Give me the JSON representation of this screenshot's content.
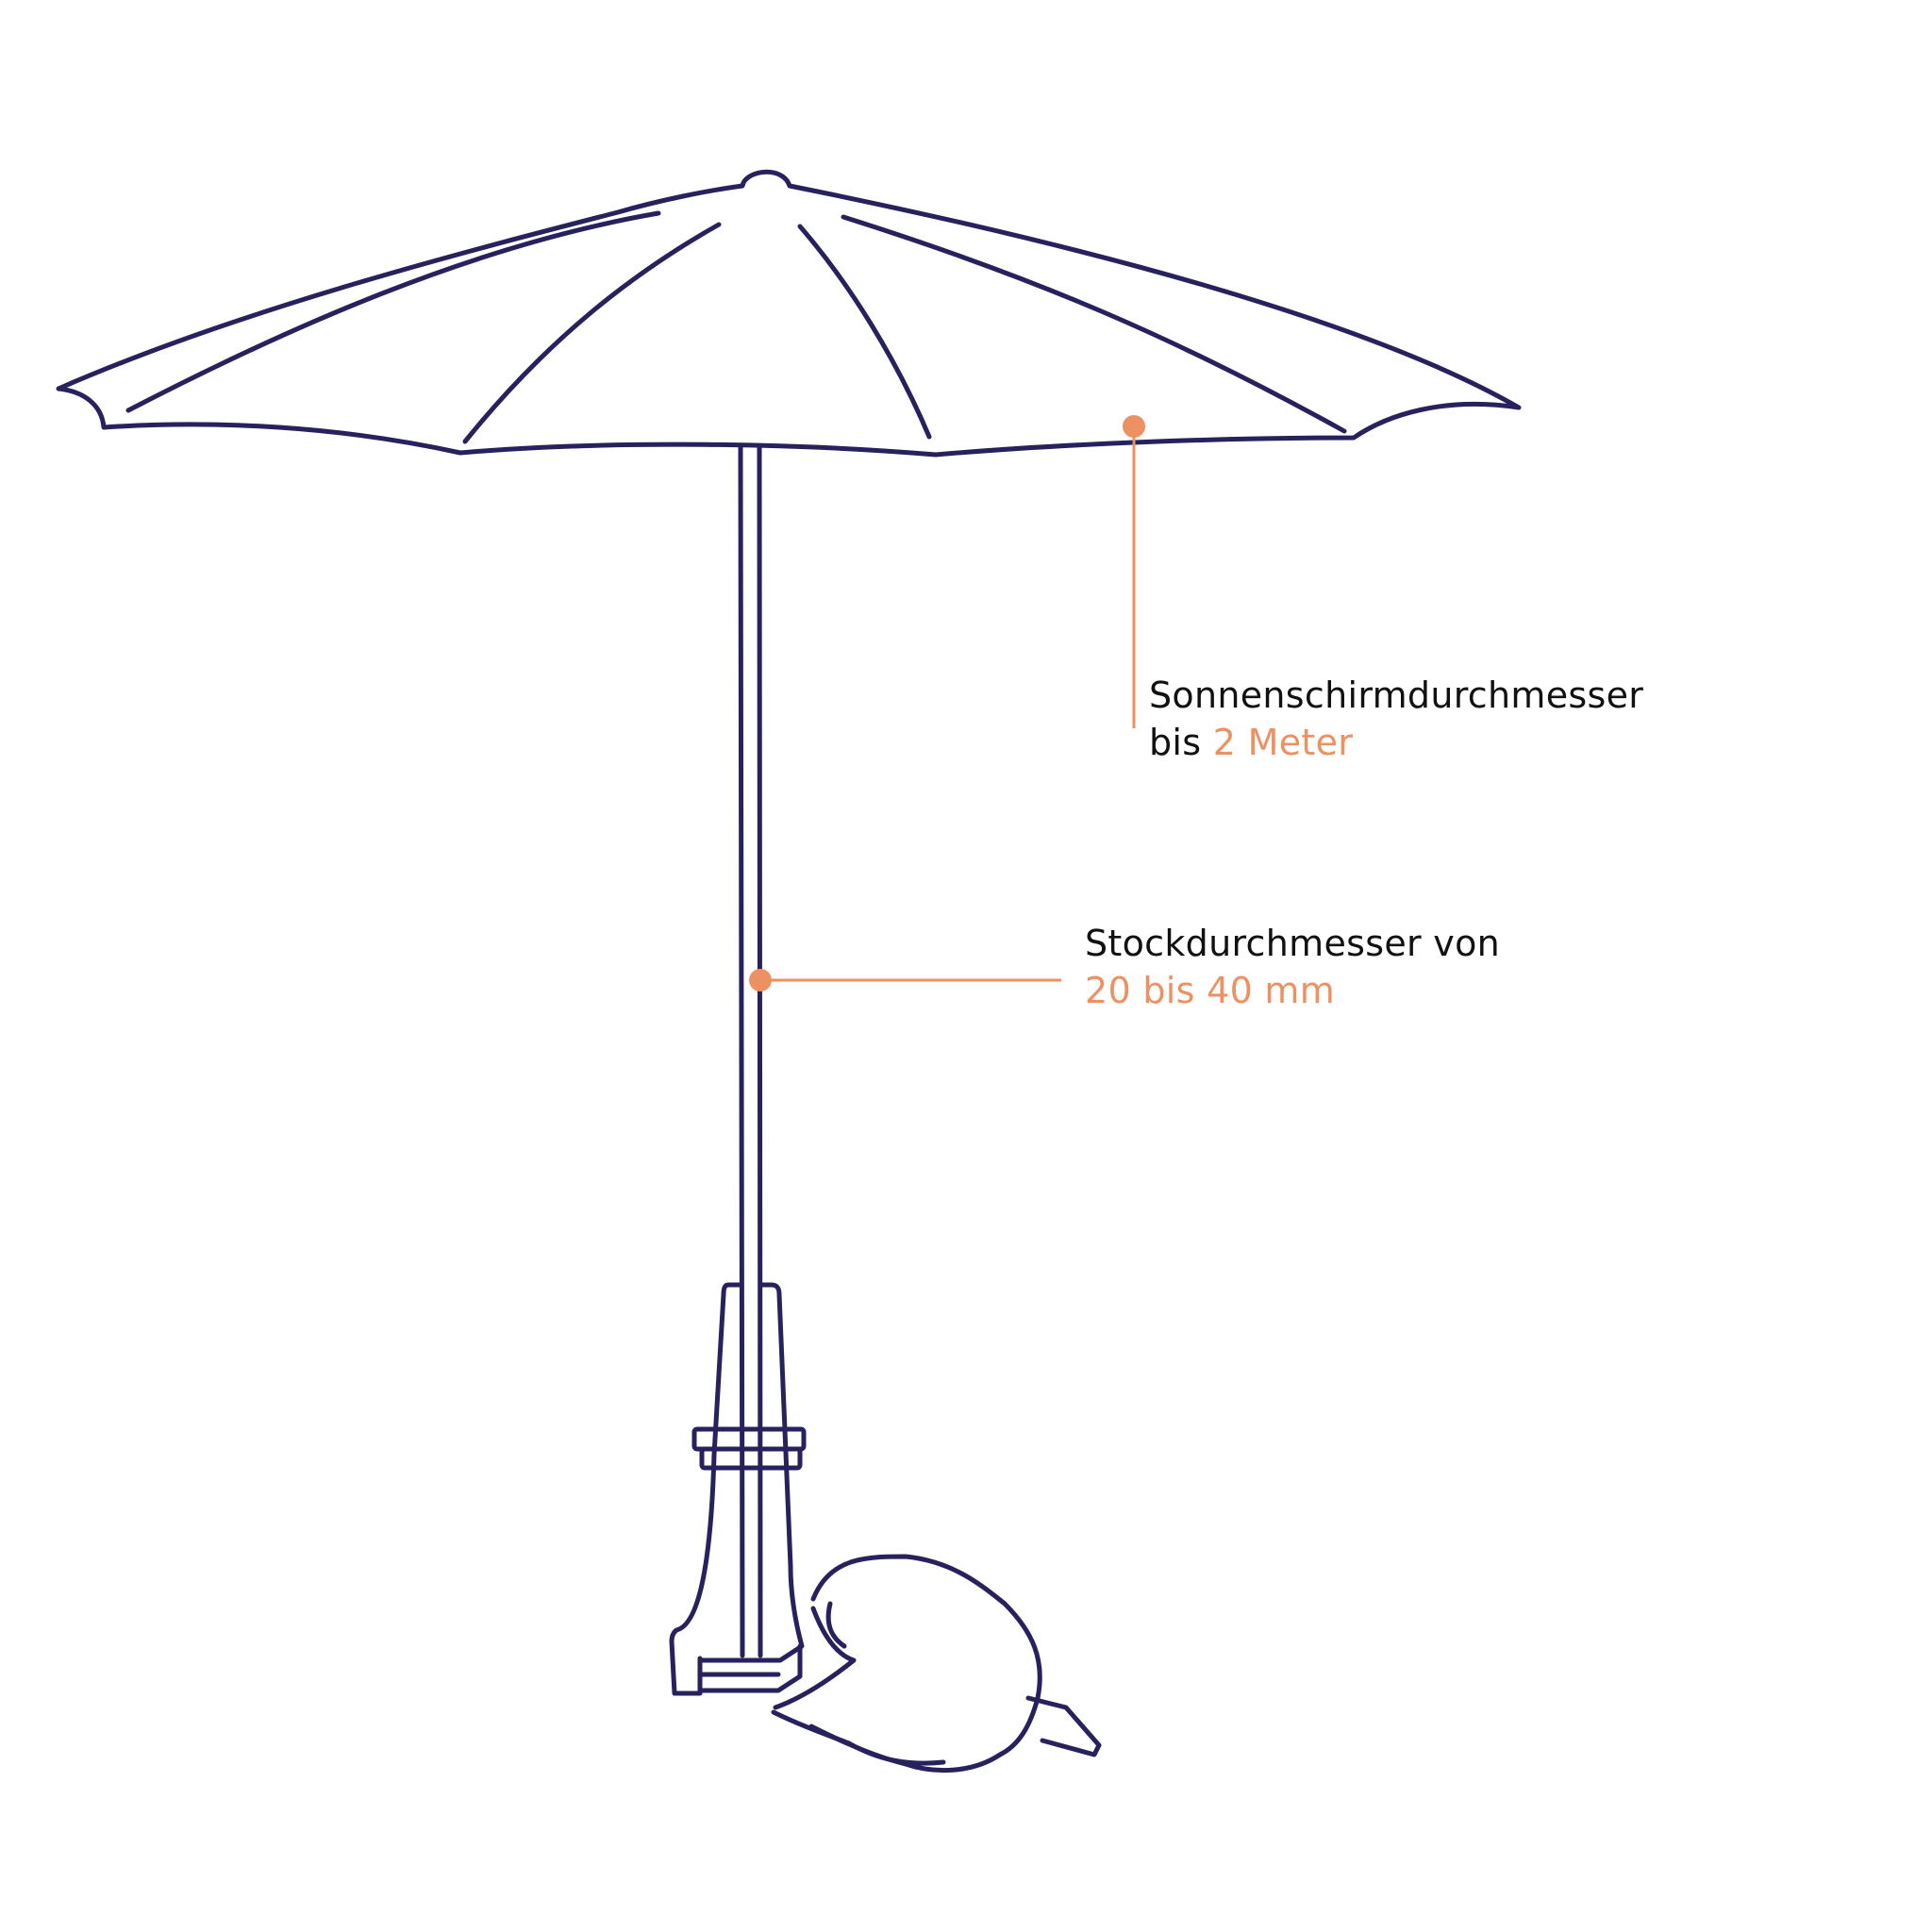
{
  "colors": {
    "outline": "#27225e",
    "accent": "#ee9162",
    "text": "#111111",
    "background": "#ffffff"
  },
  "annotations": {
    "umbrella_diameter": {
      "line1": "Sonnenschirmdurchmesser",
      "prefix": "bis ",
      "value": "2 Meter"
    },
    "pole_diameter": {
      "line1": "Stockdurchmesser von",
      "value": "20 bis 40 mm"
    }
  }
}
